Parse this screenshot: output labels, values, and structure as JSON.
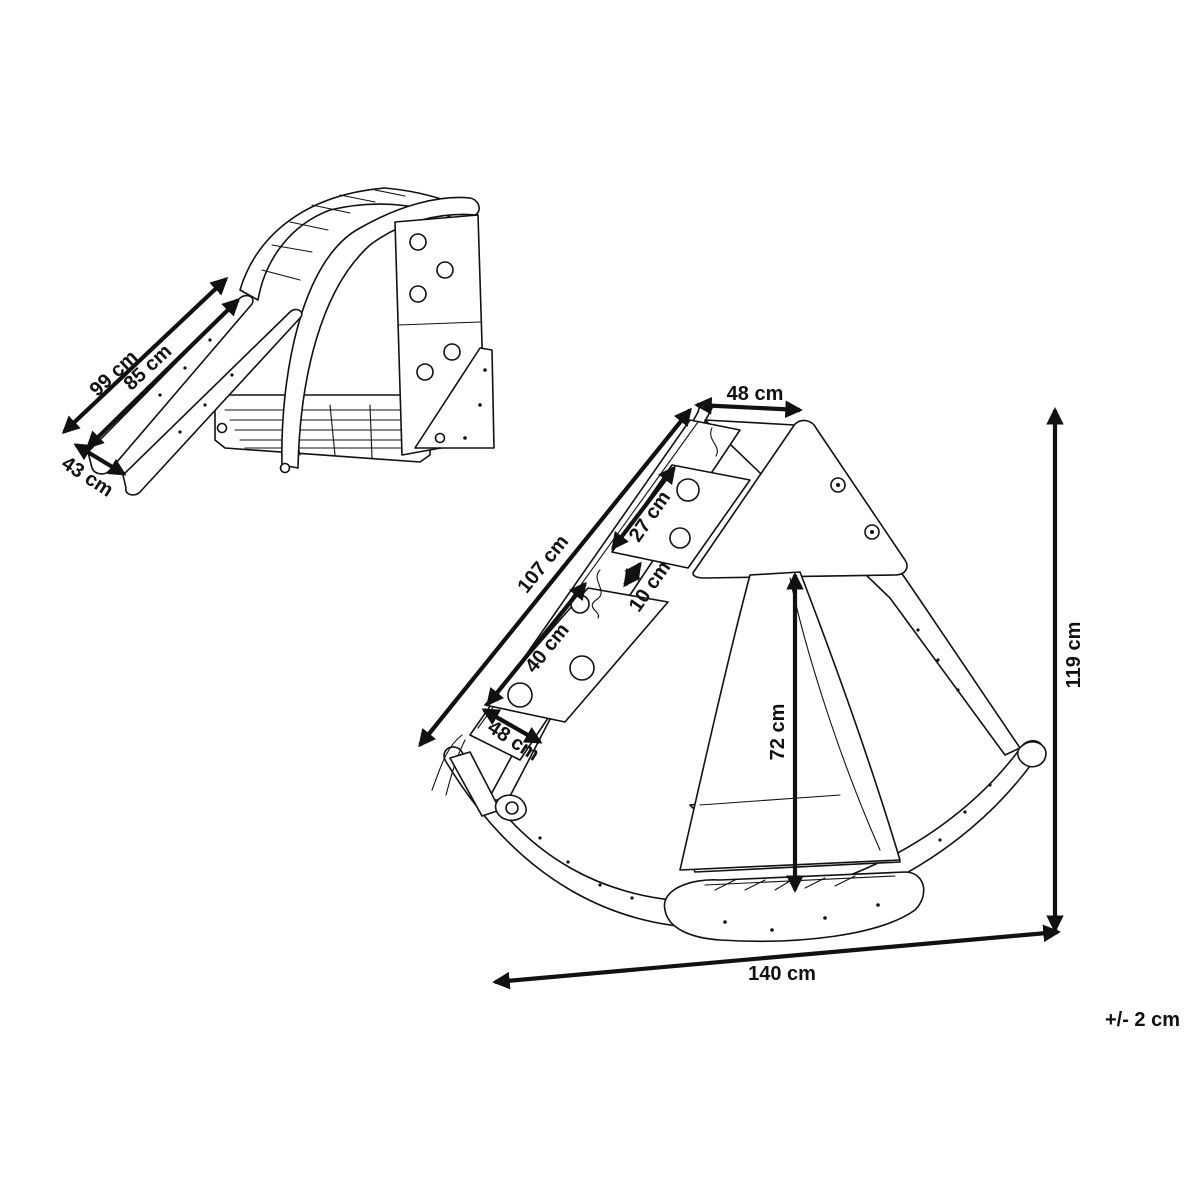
{
  "dimensions": {
    "small_length_outer": "99 cm",
    "small_length_inner": "85 cm",
    "small_width": "43 cm",
    "large_top_width": "48 cm",
    "large_slope_length": "107 cm",
    "large_board_height": "27 cm",
    "large_gap": "10 cm",
    "large_panel_height": "40 cm",
    "large_panel_width": "48 cm",
    "large_inner_height": "72 cm",
    "large_total_height": "119 cm",
    "large_total_length": "140 cm"
  },
  "tolerance": "+/- 2 cm"
}
